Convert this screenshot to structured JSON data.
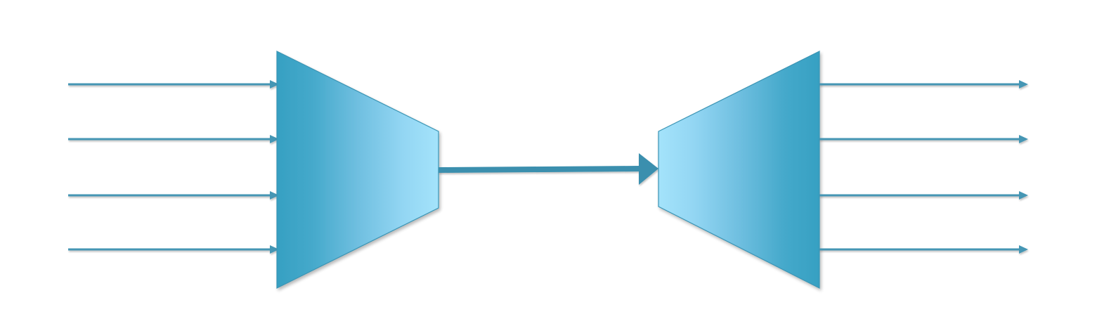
{
  "diagram": {
    "type": "multiplexer-demultiplexer",
    "colors": {
      "line": "#4496b4",
      "line_dark": "#3a8fae",
      "block_dark": "#36a0c2",
      "block_mid": "#6fbfe0",
      "block_light": "#a4e3fb",
      "block_edge": "#3a94b4"
    },
    "multiplexer": {
      "input_count": 4
    },
    "link": {
      "direction": "left-to-right"
    },
    "demultiplexer": {
      "output_count": 4
    }
  }
}
